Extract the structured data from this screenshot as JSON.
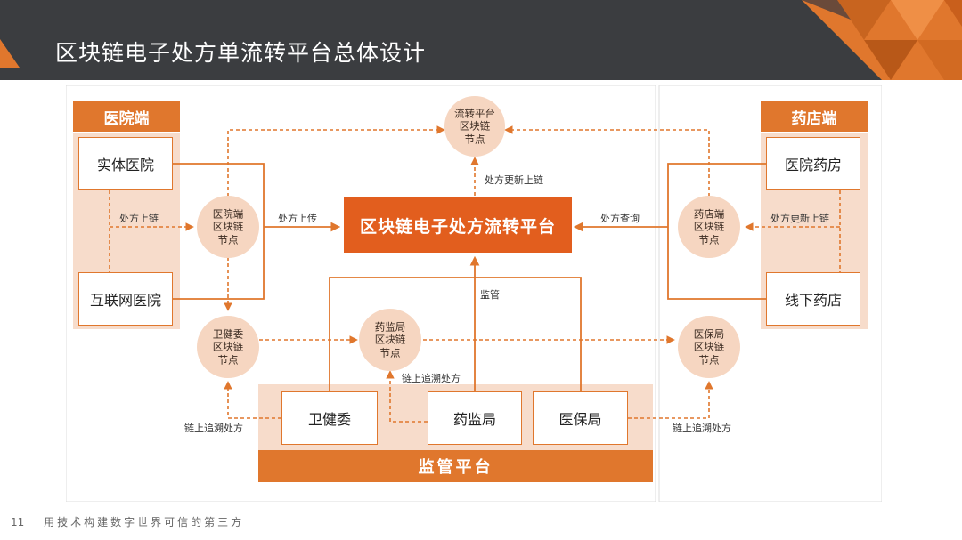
{
  "header": {
    "title": "区块链电子处方单流转平台总体设计"
  },
  "diagram": {
    "hospital_section": {
      "label": "医院端",
      "boxes": [
        "实体医院",
        "互联网医院"
      ]
    },
    "pharmacy_section": {
      "label": "药店端",
      "boxes": [
        "医院药房",
        "线下药店"
      ]
    },
    "central_platform": "区块链电子处方流转平台",
    "supervision_section": {
      "label": "监管平台",
      "boxes": [
        "卫健委",
        "药监局",
        "医保局"
      ]
    },
    "nodes": {
      "flow_platform": [
        "流转平台",
        "区块链",
        "节点"
      ],
      "hospital": [
        "医院端",
        "区块链",
        "节点"
      ],
      "pharmacy": [
        "药店端",
        "区块链",
        "节点"
      ],
      "health_commission": [
        "卫健委",
        "区块链",
        "节点"
      ],
      "drug_admin": [
        "药监局",
        "区块链",
        "节点"
      ],
      "medical_insurance": [
        "医保局",
        "区块链",
        "节点"
      ]
    },
    "flow_labels": {
      "prescription_upchain_left": "处方上链",
      "prescription_upload": "处方上传",
      "prescription_update_upchain": "处方更新上链",
      "prescription_query": "处方查询",
      "prescription_update_upchain_right": "处方更新上链",
      "supervise": "监管",
      "trace_center": "链上追溯处方",
      "trace_left": "链上追溯处方",
      "trace_right": "链上追溯处方"
    }
  },
  "footer": {
    "page_number": "11",
    "slogan": "用技术构建数字世界可信的第三方"
  },
  "colors": {
    "accent": "#e0772d",
    "platform": "#e25e1e",
    "panel": "#f7dccb",
    "node_fill": "#f6d6c1",
    "header_bg": "#3b3d40"
  }
}
